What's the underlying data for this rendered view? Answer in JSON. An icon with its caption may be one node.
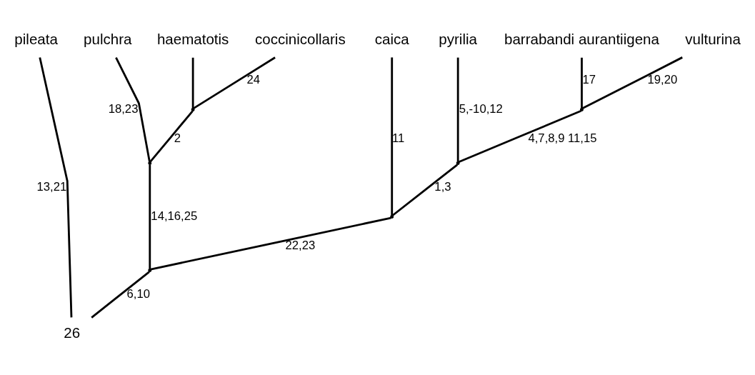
{
  "diagram": {
    "nodes": [
      {
        "text": [
          "haematotis"
        ]
      },
      {
        "text": [
          "coccinicollaris"
        ]
      },
      {
        "text": [
          "pulchra"
        ]
      },
      {
        "text": [
          "pyrilia"
        ]
      },
      {
        "text": [
          "barrabandi aurantiigena"
        ]
      },
      {
        "text": [
          "vulturina"
        ]
      },
      {
        "text": [
          "caica"
        ]
      },
      {
        "text": [
          "pileata"
        ]
      },
      {
        "text": [],
        "shape": "point"
      },
      {
        "text": [],
        "shape": "point"
      },
      {
        "text": [],
        "shape": "point"
      },
      {
        "text": [],
        "shape": "point"
      },
      {
        "text": [],
        "shape": "point"
      },
      {
        "text": [],
        "shape": "point"
      },
      {
        "text": [
          "26"
        ]
      }
    ],
    "edges": [
      {
        "from": 8,
        "to": 0,
        "arrow": "none"
      },
      {
        "from": 8,
        "to": 1,
        "arrow": "none",
        "label": "24"
      },
      {
        "from": 9,
        "to": 8,
        "arrow": "none",
        "label": "2"
      },
      {
        "from": 9,
        "to": 2,
        "arrow": "none",
        "label": "18,23"
      },
      {
        "from": 10,
        "to": 4,
        "arrow": "none",
        "label": "17"
      },
      {
        "from": 10,
        "to": 5,
        "arrow": "none",
        "label": "19,20"
      },
      {
        "from": 11,
        "to": 3,
        "arrow": "none",
        "label": "5,-10,12"
      },
      {
        "from": 11,
        "to": 10,
        "arrow": "none",
        "label": "4,7,8,9 11,15"
      },
      {
        "from": 12,
        "to": 11,
        "arrow": "none",
        "label": "1,3"
      },
      {
        "from": 12,
        "to": 6,
        "arrow": "none",
        "label": "11"
      },
      {
        "from": 13,
        "to": 9,
        "arrow": "none",
        "label": "14,16,25"
      },
      {
        "from": 13,
        "to": 12,
        "arrow": "none",
        "label": "22,23"
      },
      {
        "from": 14,
        "to": 13,
        "arrow": "none",
        "label": "6,10"
      },
      {
        "from": 14,
        "to": 7,
        "arrow": "none",
        "label": "13,21"
      }
    ]
  }
}
